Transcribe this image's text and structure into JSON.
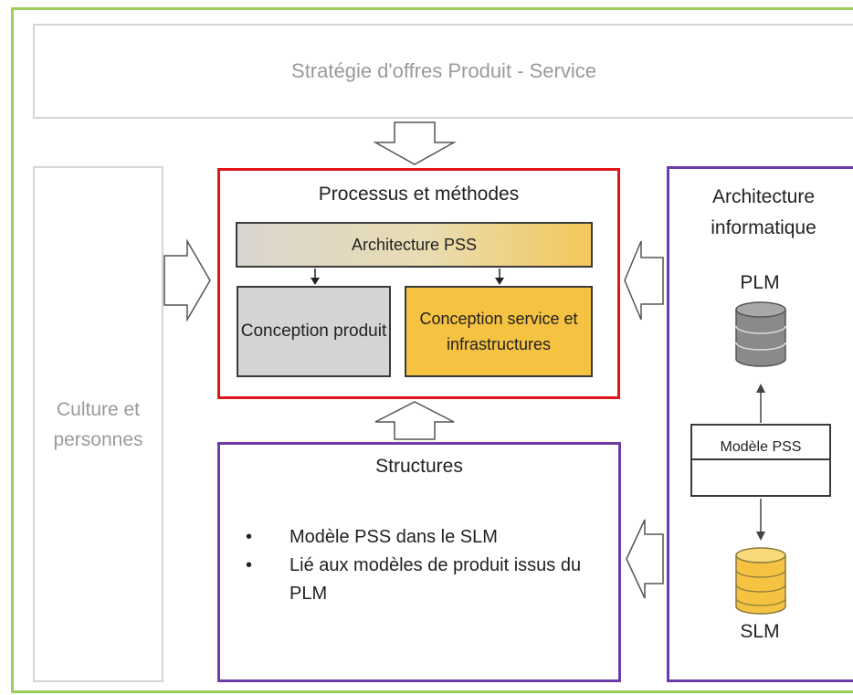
{
  "strategy": {
    "label": "Stratégie d'offres Produit - Service"
  },
  "culture": {
    "label": "Culture et personnes"
  },
  "process": {
    "title": "Processus et méthodes",
    "architecture_pss": "Architecture PSS",
    "conception_produit": "Conception produit",
    "conception_service": "Conception service et infrastructures"
  },
  "structures": {
    "title": "Structures",
    "bullets": [
      "Modèle PSS dans le SLM",
      "Lié aux modèles de produit issus du PLM"
    ]
  },
  "it_architecture": {
    "title": "Architecture informatique",
    "plm_label": "PLM",
    "slm_label": "SLM",
    "model_label": "Modèle PSS"
  },
  "colors": {
    "frame": "#9ccf5a",
    "process_border": "#e0161b",
    "purple_border": "#6d3ca8",
    "product_fill": "#d4d4d4",
    "service_fill": "#f5c242",
    "plm_db": "#8a8a8a",
    "slm_db": "#f5c242"
  }
}
